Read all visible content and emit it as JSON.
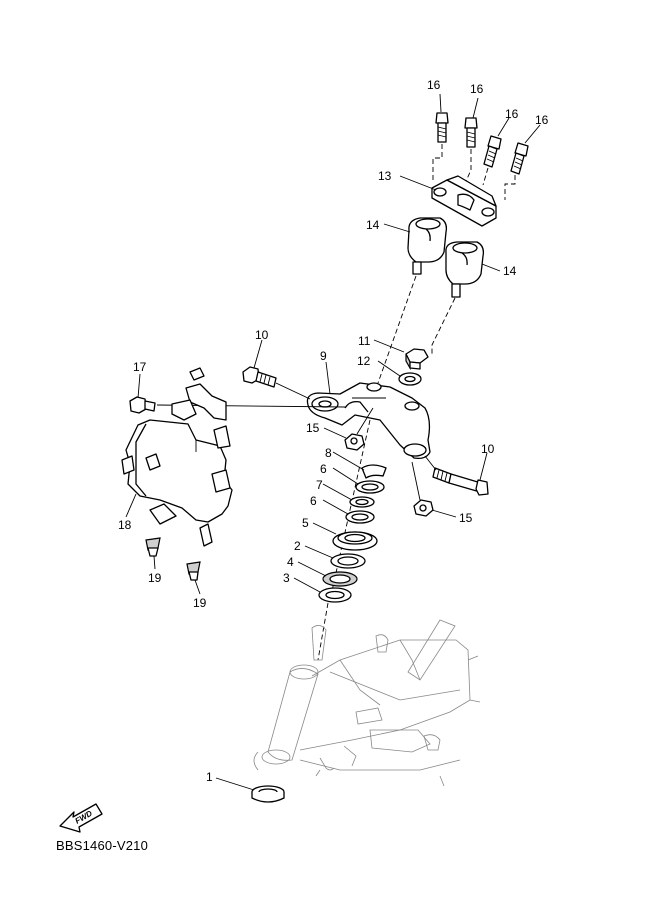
{
  "diagram": {
    "code": "BBS1460-V210",
    "fwd_label": "FWD",
    "callouts": {
      "c1": "1",
      "c2": "2",
      "c3": "3",
      "c4": "4",
      "c5": "5",
      "c6a": "6",
      "c6b": "6",
      "c7": "7",
      "c8": "8",
      "c9": "9",
      "c10a": "10",
      "c10b": "10",
      "c11": "11",
      "c12": "12",
      "c13": "13",
      "c14a": "14",
      "c14b": "14",
      "c15a": "15",
      "c15b": "15",
      "c16a": "16",
      "c16b": "16",
      "c16c": "16",
      "c16d": "16",
      "c17": "17",
      "c18": "18",
      "c19a": "19",
      "c19b": "19"
    }
  }
}
